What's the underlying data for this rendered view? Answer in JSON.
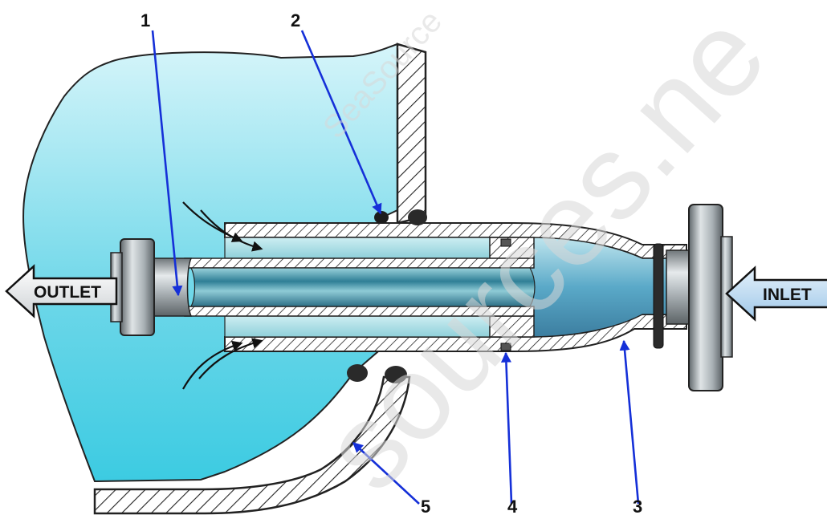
{
  "labels": {
    "outlet": "OUTLET",
    "inlet": "INLET"
  },
  "callouts": [
    "1",
    "2",
    "5",
    "4",
    "3"
  ],
  "watermark": {
    "small": "SeaSource",
    "large": "sources.ne"
  },
  "colors": {
    "water": "#5fd3e6",
    "tube": "#3b8aa0",
    "pipe_metal": "#9aa3a8",
    "leader": "#1530d8",
    "flow_arrow": "#111111"
  }
}
